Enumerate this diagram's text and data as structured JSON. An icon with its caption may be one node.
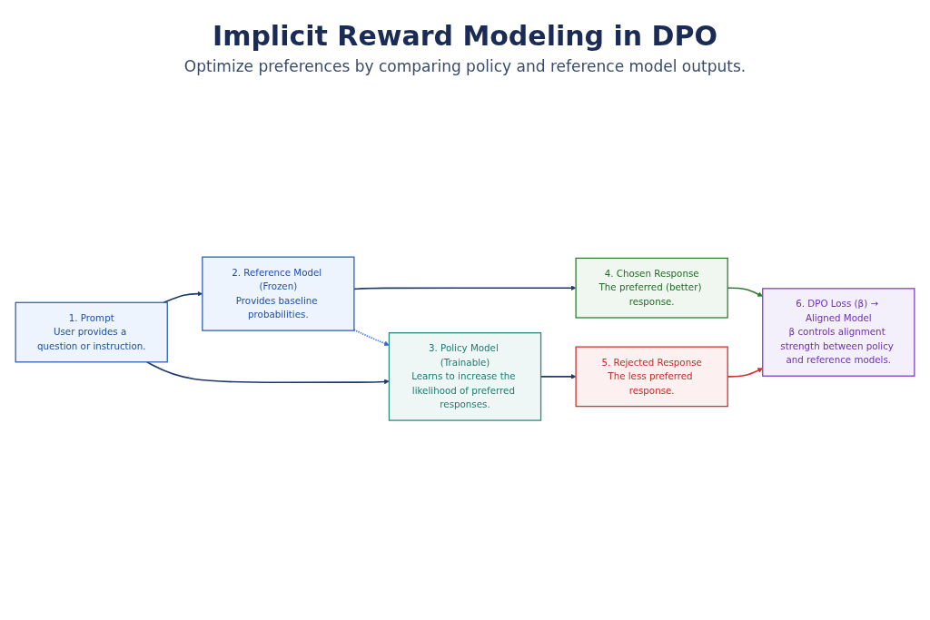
{
  "diagram": {
    "title": "Implicit Reward Modeling in DPO",
    "nodes": [
      {
        "text": [
          "1. Prompt",
          "User provides a question or instruction."
        ]
      },
      {
        "text": [
          "2. Reference Model (Frozen)",
          "Provides baseline probabilities."
        ]
      },
      {
        "text": [
          "4. Chosen Response",
          "The preferred (better) response."
        ]
      },
      {
        "text": [
          "3. Policy Model (Trainable)",
          "Learns to increase the likelihood of preferred responses."
        ]
      },
      {
        "text": [
          "5. Rejected Response",
          "The less preferred response."
        ]
      },
      {
        "text": [
          "6. DPO Loss (β) → Aligned Model",
          "β controls alignment strength between policy and reference models."
        ]
      }
    ],
    "edges": [
      {
        "from": 0,
        "to": 1,
        "arrow": "to"
      },
      {
        "from": 1,
        "to": 2,
        "arrow": "to"
      },
      {
        "from": 2,
        "to": 5,
        "arrow": "to",
        "color": "#2e7d32"
      },
      {
        "from": 1,
        "to": 3,
        "arrow": "to",
        "style": "dashed",
        "color": "#2a6bd6"
      },
      {
        "from": 0,
        "to": 3,
        "arrow": "to"
      },
      {
        "from": 3,
        "to": 4,
        "arrow": "to"
      },
      {
        "from": 4,
        "to": 5,
        "arrow": "to",
        "color": "#d32f2f"
      }
    ],
    "labels": [
      "Optimize preferences by comparing policy and reference model outputs."
    ]
  }
}
